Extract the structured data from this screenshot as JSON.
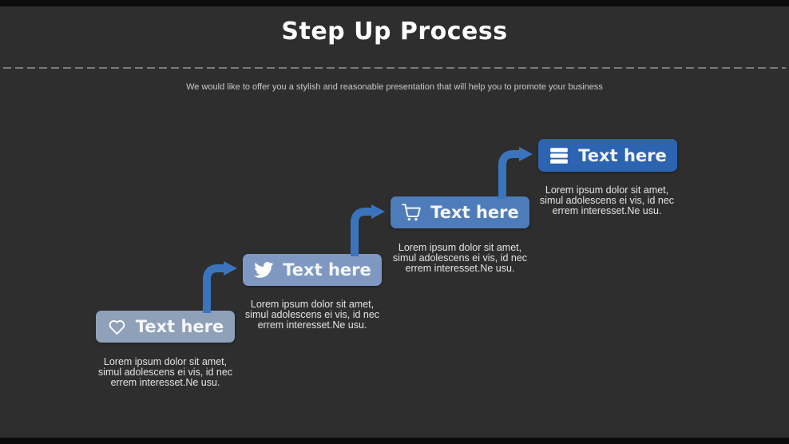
{
  "title": "Step Up Process",
  "subtitle": "We would like to offer you a stylish and reasonable presentation that will help you to promote your business",
  "arrow_color": "#3a74bd",
  "steps": [
    {
      "label": "Text here",
      "icon": "heart-icon",
      "color": "#8fa0b9",
      "desc": "Lorem ipsum dolor sit amet,\nsimul adolescens ei vis, id nec\nerrem interesset.Ne usu."
    },
    {
      "label": "Text here",
      "icon": "twitter-bird-icon",
      "color": "#7e98c2",
      "desc": "Lorem ipsum dolor sit amet,\nsimul adolescens ei vis, id nec\nerrem interesset.Ne usu."
    },
    {
      "label": "Text here",
      "icon": "shopping-cart-icon",
      "color": "#4e7cba",
      "desc": "Lorem ipsum dolor sit amet,\nsimul adolescens ei vis, id nec\nerrem interesset.Ne usu."
    },
    {
      "label": "Text here",
      "icon": "server-icon",
      "color": "#2d64b2",
      "desc": "Lorem ipsum dolor sit amet,\nsimul adolescens ei vis, id nec\nerrem interesset.Ne usu."
    }
  ]
}
